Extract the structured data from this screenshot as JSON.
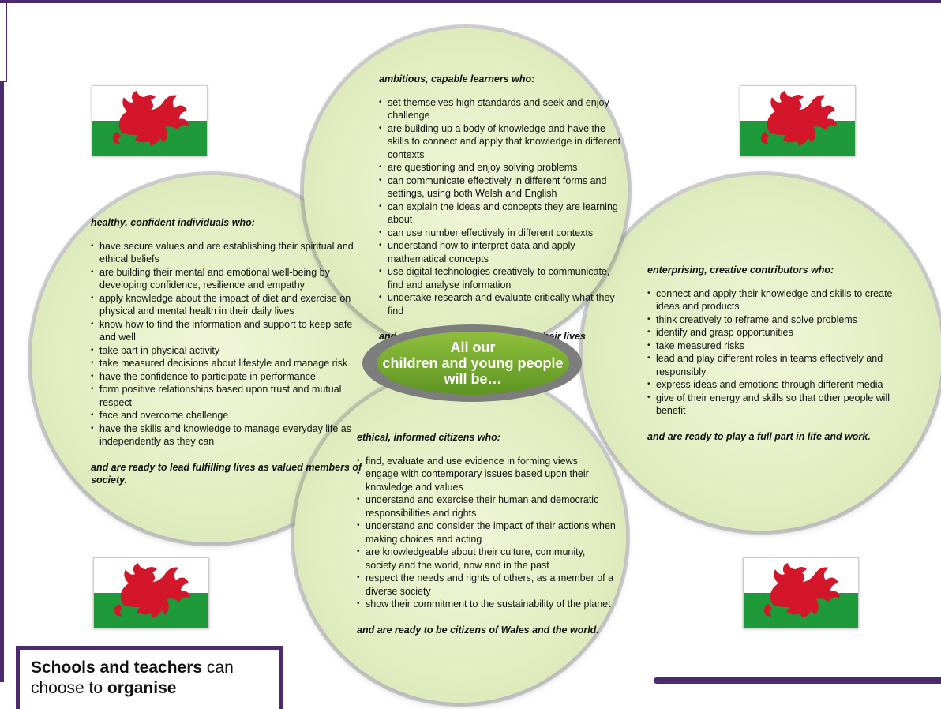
{
  "center": {
    "line1": "All our",
    "line2": "children and young people",
    "line3": "will be…"
  },
  "top": {
    "heading": "ambitious, capable learners who:",
    "items": [
      "set themselves high standards and seek and enjoy challenge",
      "are building up a body of knowledge and have the skills to connect and apply that knowledge in different contexts",
      "are questioning and enjoy solving problems",
      "can communicate effectively in different forms and settings, using both Welsh and English",
      "can explain the ideas and concepts they are learning about",
      "can use number effectively in different contexts",
      "understand how to interpret data and apply mathematical concepts",
      "use digital technologies creatively to communicate, find and analyse information",
      "undertake research and evaluate critically what they find"
    ],
    "closing": "and are ready to learn throughout their lives"
  },
  "left": {
    "heading": "healthy, confident individuals who:",
    "items": [
      "have secure values and are establishing their spiritual and ethical beliefs",
      "are building their mental and emotional well-being by developing confidence, resilience and empathy",
      "apply knowledge about the impact of diet and exercise on physical and mental health in their daily lives",
      "know how to find the information and support to keep safe and well",
      "take part in physical activity",
      "take measured decisions about lifestyle and manage risk",
      "have the confidence to participate in performance",
      "form positive relationships based upon trust and mutual respect",
      "face and overcome challenge",
      "have the skills and knowledge to manage everyday life as independently as they can"
    ],
    "closing": "and are ready to lead fulfilling lives as valued members of society."
  },
  "right": {
    "heading": "enterprising, creative contributors who:",
    "items": [
      "connect and apply their knowledge and skills to create ideas and products",
      "think creatively to reframe and solve problems",
      "identify and grasp opportunities",
      "take measured risks",
      "lead and play different roles in teams effectively and responsibly",
      "express ideas and emotions through different media",
      "give of their energy and skills so that other people will benefit"
    ],
    "closing": "and are ready to play a full part in life and work."
  },
  "bottom": {
    "heading": "ethical, informed citizens who:",
    "items": [
      "find, evaluate and use evidence in forming views",
      "engage with contemporary issues based upon their knowledge and values",
      "understand and exercise their human and democratic responsibilities and rights",
      "understand and consider the impact of their actions when making choices and acting",
      "are knowledgeable about their culture, community, society and the world, now and in the past",
      "respect the needs and rights of others, as a member of a diverse society",
      "show their commitment to the sustainability of the planet"
    ],
    "closing": "and are ready to be citizens of Wales and the world."
  },
  "note": {
    "bold1": "Schools and teachers",
    "text1": " can",
    "text2": "choose to ",
    "bold2": "organise"
  },
  "colors": {
    "frame": "#4b2a6e",
    "center_green": "#6fa52c",
    "flag_white": "#ffffff",
    "flag_green": "#1f9a3a",
    "dragon_red": "#d4162b"
  }
}
